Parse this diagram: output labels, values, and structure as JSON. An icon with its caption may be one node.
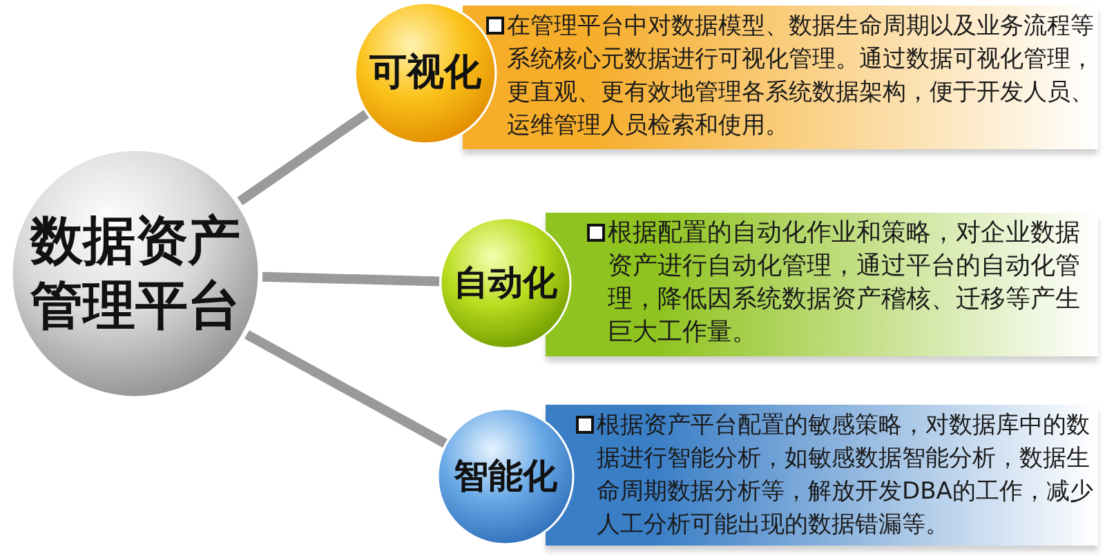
{
  "diagram": {
    "nodes": [
      {
        "text": [
          "数据资产管理平台"
        ]
      },
      {
        "text": [
          "可视化"
        ]
      },
      {
        "text": [
          "在管理平台中对数据模型、数据生命周期以及业务流程等系统核心元数据进行可视化管理。通过数据可视化管理，更直观、更有效地管理各系统数据架构，便于开发人员、运维管理人员检索和使用。"
        ]
      },
      {
        "text": [
          "自动化"
        ]
      },
      {
        "text": [
          "根据配置的自动化作业和策略，对企业数据资产进行自动化管理，通过平台的自动化管理，降低因系统数据资产稽核、迁移等产生巨大工作量。"
        ]
      },
      {
        "text": [
          "智能化"
        ]
      },
      {
        "text": [
          "根据资产平台配置的敏感策略，对数据库中的数据进行智能分析，如敏感数据智能分析，数据生命周期数据分析等，解放开发DBA的工作，减少人工分析可能出现的数据错漏等。"
        ]
      }
    ],
    "edges": [
      {
        "from": 0,
        "to": 1,
        "arrow": "none"
      },
      {
        "from": 0,
        "to": 3,
        "arrow": "none"
      },
      {
        "from": 0,
        "to": 5,
        "arrow": "none"
      }
    ]
  }
}
